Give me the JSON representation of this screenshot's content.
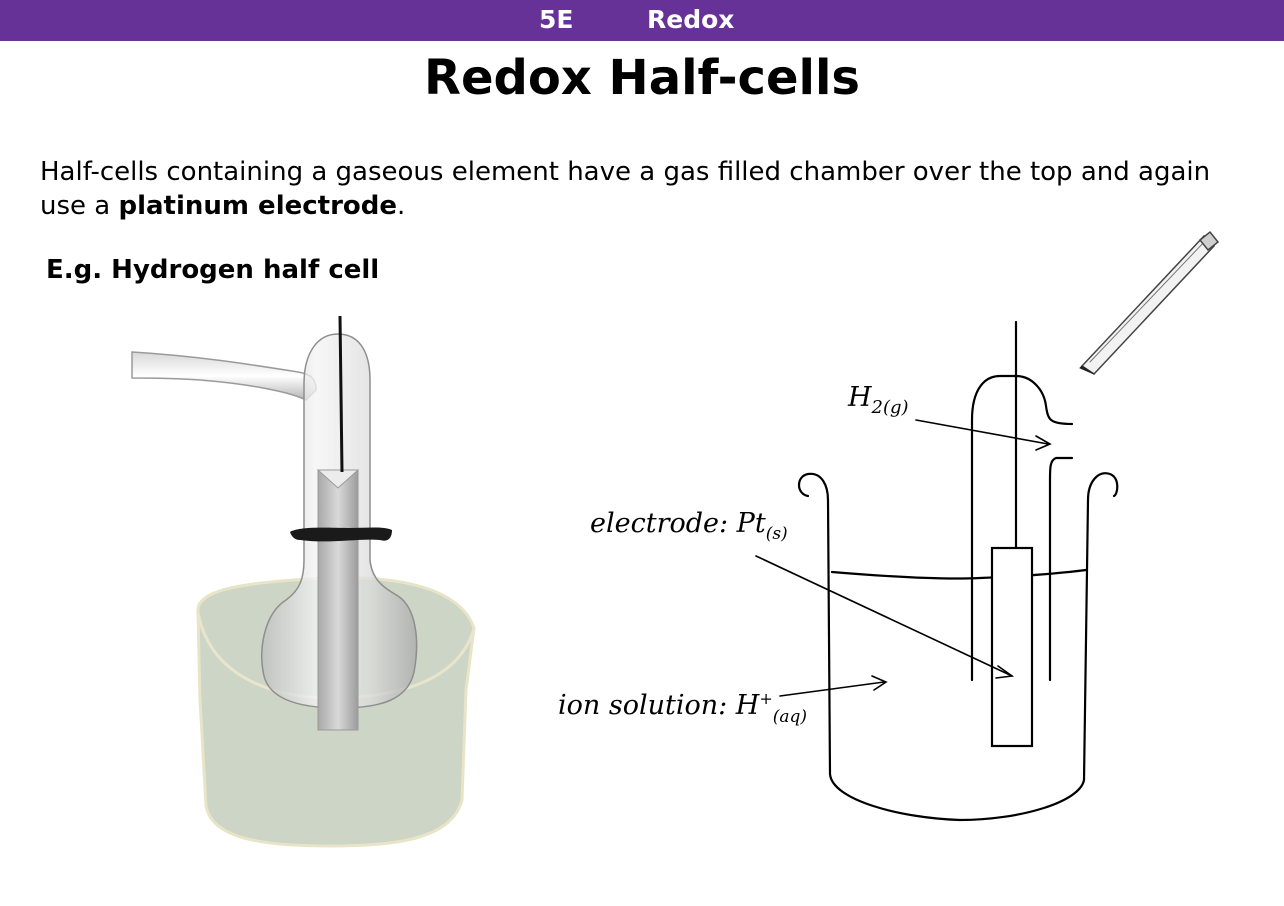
{
  "header": {
    "topic_code": "5E",
    "topic_name": "Redox",
    "bar_color": "#673298"
  },
  "title": "Redox Half-cells",
  "intro": {
    "text_before": "Half-cells containing a gaseous element have a gas filled chamber over the top and again use a ",
    "bold": "platinum electrode",
    "text_after": "."
  },
  "example_label": "E.g. Hydrogen half cell",
  "sketch": {
    "gas_label_main": "H",
    "gas_label_sub": "2(g)",
    "electrode_label_main": "electrode: Pt",
    "electrode_label_sub": "(s)",
    "solution_label_main": "ion solution: H",
    "solution_label_sup": "+",
    "solution_label_sub": "(aq)",
    "pencil_icon": "pencil-icon"
  },
  "colors": {
    "solution_fill": "#ccd5c6",
    "glass_stroke": "#9a9a9a"
  }
}
